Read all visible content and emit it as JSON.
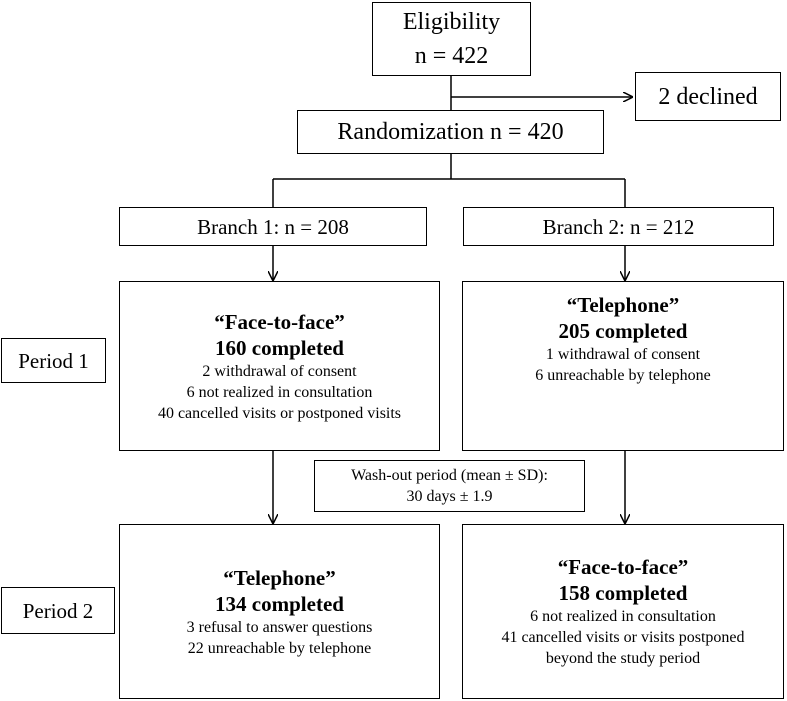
{
  "eligibility": {
    "label": "Eligibility",
    "count": "n = 422"
  },
  "declined": {
    "label": "2 declined"
  },
  "randomization": {
    "label": "Randomization n = 420"
  },
  "branch1": {
    "label": "Branch 1: n = 208"
  },
  "branch2": {
    "label": "Branch 2: n = 212"
  },
  "period1": {
    "label": "Period 1"
  },
  "period2": {
    "label": "Period 2"
  },
  "p1_left": {
    "title": "“Face-to-face”",
    "completed": "160 completed",
    "details": [
      "2 withdrawal of consent",
      "6 not realized in consultation",
      "40 cancelled visits or postponed visits"
    ]
  },
  "p1_right": {
    "title": "“Telephone”",
    "completed": "205 completed",
    "details": [
      "1 withdrawal of consent",
      "6 unreachable by telephone"
    ]
  },
  "washout": {
    "line1": "Wash-out period (mean ± SD):",
    "line2": "30 days ± 1.9"
  },
  "p2_left": {
    "title": "“Telephone”",
    "completed": "134 completed",
    "details": [
      "3 refusal to answer questions",
      "22 unreachable by telephone"
    ]
  },
  "p2_right": {
    "title": "“Face-to-face”",
    "completed": "158 completed",
    "details": [
      "6 not realized in consultation",
      "41 cancelled visits or visits postponed",
      "beyond the study period"
    ]
  }
}
